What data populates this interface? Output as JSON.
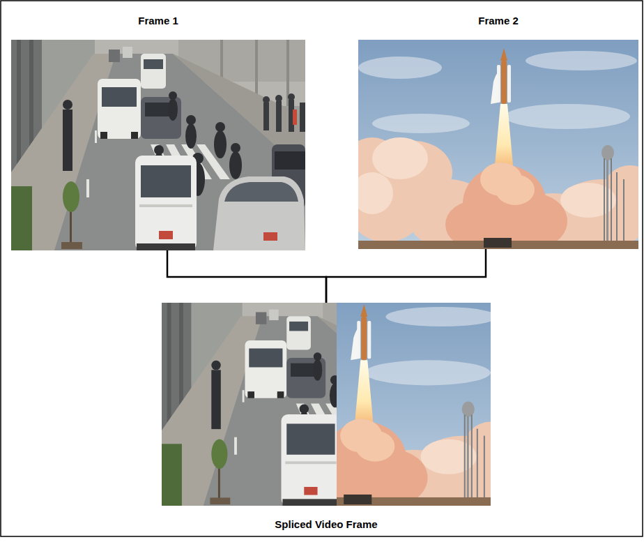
{
  "diagram": {
    "nodes": [
      {
        "text": [
          "Frame 1"
        ]
      },
      {
        "text": [
          "Frame 2"
        ]
      },
      {
        "text": [
          "Spliced Video Frame"
        ]
      }
    ],
    "edges": [
      {
        "from": 0,
        "to": 2,
        "arrow": "none"
      },
      {
        "from": 1,
        "to": 2,
        "arrow": "none"
      }
    ]
  }
}
